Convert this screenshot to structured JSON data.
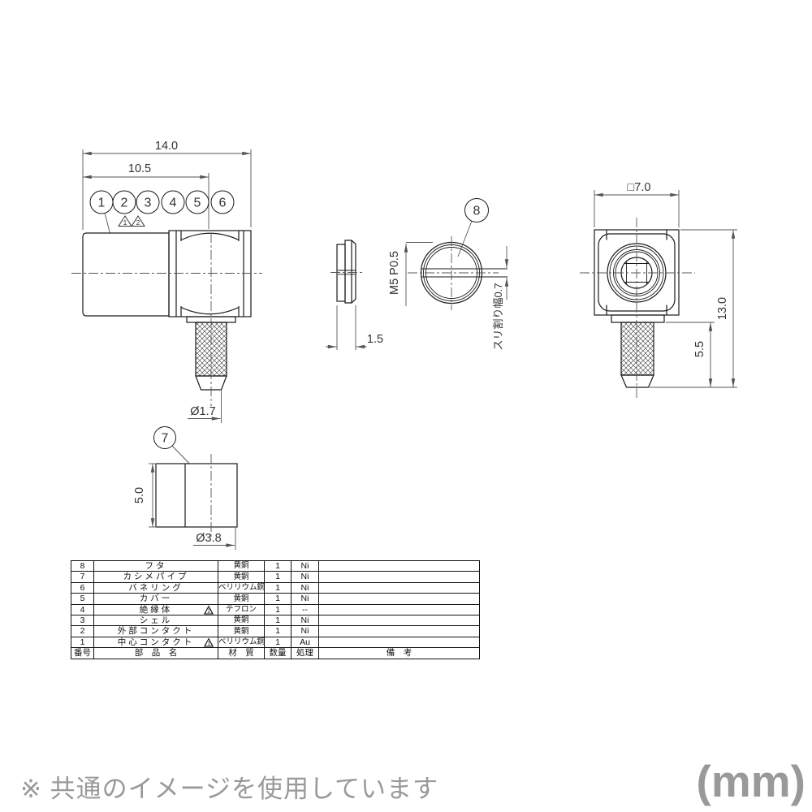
{
  "note": {
    "text": "※ 共通のイメージを使用しています",
    "units": "(mm)"
  },
  "colors": {
    "line": "#1a1a1a",
    "dim": "#555",
    "gray_text": "#999"
  },
  "side_view": {
    "dim_total_width": "14.0",
    "dim_partial_width": "10.5",
    "dim_tip_dia": "Ø1.7",
    "balloons": [
      "1",
      "2",
      "3",
      "4",
      "5",
      "6"
    ],
    "rev_marks": [
      "1",
      "2"
    ]
  },
  "part7_view": {
    "balloon": "7",
    "dim_height": "5.0",
    "dim_dia": "Ø3.8"
  },
  "cap_side_view": {
    "dim_thickness": "1.5"
  },
  "cap_front_view": {
    "balloon": "8",
    "thread_callout": "M5  P0.5",
    "slit_callout": "スリ割り幅0.7"
  },
  "front_view": {
    "dim_width": "□7.0",
    "dim_total_height": "13.0",
    "dim_lower_height": "5.5"
  },
  "parts_table": {
    "headers": {
      "no": "番号",
      "name": "部　品　名",
      "material": "材　質",
      "qty": "数量",
      "finish": "処理",
      "remarks": "備　考"
    },
    "rows": [
      {
        "no": "8",
        "name": "フタ",
        "material": "黄銅",
        "qty": "1",
        "finish": "Ni",
        "remarks": "",
        "mark": ""
      },
      {
        "no": "7",
        "name": "カシメパイプ",
        "material": "黄銅",
        "qty": "1",
        "finish": "Ni",
        "remarks": "",
        "mark": ""
      },
      {
        "no": "6",
        "name": "バネリング",
        "material": "ベリリウム銅",
        "qty": "1",
        "finish": "Ni",
        "remarks": "",
        "mark": ""
      },
      {
        "no": "5",
        "name": "カバー",
        "material": "黄銅",
        "qty": "1",
        "finish": "Ni",
        "remarks": "",
        "mark": ""
      },
      {
        "no": "4",
        "name": "絶縁体",
        "material": "テフロン",
        "qty": "1",
        "finish": "--",
        "remarks": "",
        "mark": "2"
      },
      {
        "no": "3",
        "name": "シェル",
        "material": "黄銅",
        "qty": "1",
        "finish": "Ni",
        "remarks": "",
        "mark": ""
      },
      {
        "no": "2",
        "name": "外部コンタクト",
        "material": "黄銅",
        "qty": "1",
        "finish": "Ni",
        "remarks": "",
        "mark": ""
      },
      {
        "no": "1",
        "name": "中心コンタクト",
        "material": "ベリリウム銅",
        "qty": "1",
        "finish": "Au",
        "remarks": "",
        "mark": "1"
      }
    ]
  }
}
